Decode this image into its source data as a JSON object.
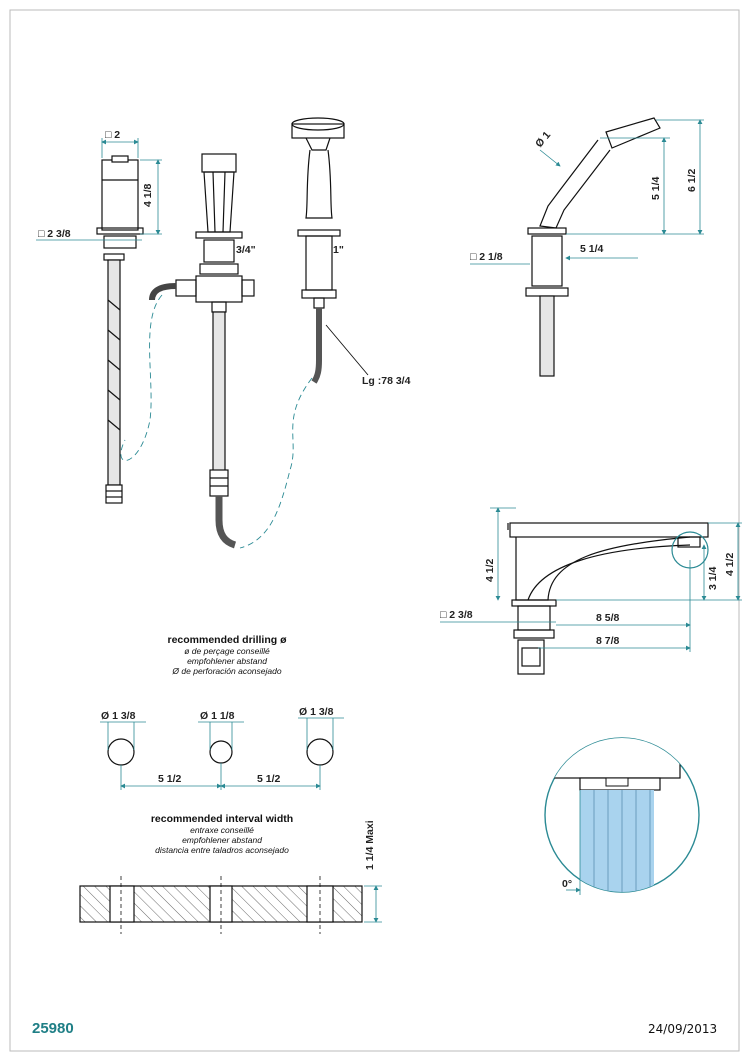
{
  "drawing": {
    "reference": "25980",
    "date": "24/09/2013"
  },
  "dimensions": {
    "square_2": "□ 2",
    "square_2_3_8": "□ 2 3/8",
    "h_4_1_8": "4 1/8",
    "thread_3_4": "3/4\"",
    "thread_1": "1\"",
    "hose_length": "Lg :78 3/4",
    "dia_1": "Ø 1",
    "h_5_1_4": "5 1/4",
    "h_6_1_2": "6 1/2",
    "square_2_1_8": "□ 2 1/8",
    "w_5_1_4": "5 1/4",
    "spout_h_4_1_2_left": "4 1/2",
    "spout_h_3_1_4": "3 1/4",
    "spout_h_4_1_2_right": "4 1/2",
    "spout_square_2_3_8": "□ 2 3/8",
    "spout_8_5_8": "8 5/8",
    "spout_8_7_8": "8 7/8",
    "angle_0": "0°"
  },
  "drilling": {
    "title": "recommended drilling ø",
    "fr": "ø de perçage conseillé",
    "de": "empfohlener abstand",
    "es": "Ø de perforación aconsejado",
    "hole1": "Ø 1 3/8",
    "hole2": "Ø 1 1/8",
    "hole3": "Ø 1 3/8",
    "spacing1": "5 1/2",
    "spacing2": "5 1/2"
  },
  "interval": {
    "title": "recommended interval width",
    "fr": "entraxe conseillé",
    "de": "empfohlener abstand",
    "es": "distancia entre taladros aconsejado",
    "max": "1 1/4 Maxi"
  }
}
